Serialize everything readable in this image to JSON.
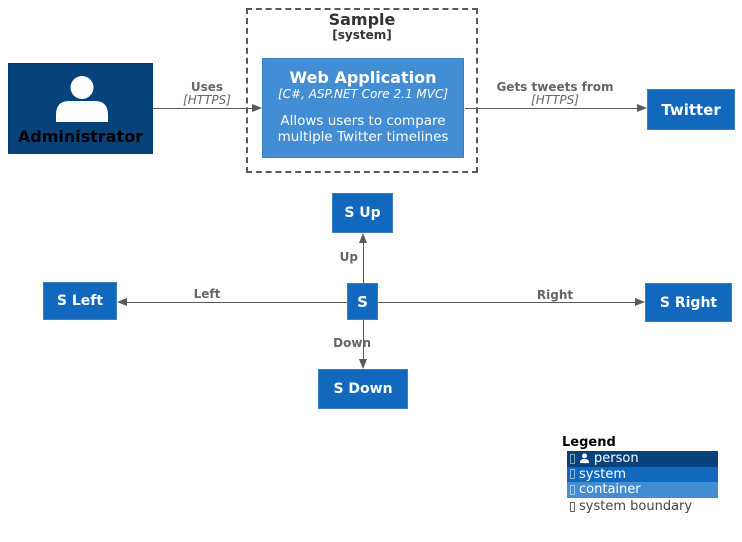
{
  "palette": {
    "person_fill": "#08427b",
    "person_border": "#073b6f",
    "system_fill": "#1168bd",
    "system_border": "#3c7fc0",
    "container_fill": "#438dd5",
    "arrow_color": "#595959",
    "relationship_label_color": "#666666",
    "boundary_text_color": "#333333",
    "background": "#ffffff"
  },
  "c4": {
    "boundary": {
      "title": "Sample",
      "subtitle": "[system]"
    },
    "person": {
      "label": "Administrator"
    },
    "container": {
      "title": "Web Application",
      "tech": "[C#, ASP.NET Core 2.1 MVC]",
      "description": "Allows users to compare multiple Twitter timelines"
    },
    "external_system": {
      "label": "Twitter"
    },
    "rel_uses": {
      "label": "Uses",
      "tech": "[HTTPS]"
    },
    "rel_tweets": {
      "label": "Gets tweets from",
      "tech": "[HTTPS]"
    }
  },
  "compass": {
    "center": {
      "label": "S"
    },
    "up": {
      "label": "S Up"
    },
    "down": {
      "label": "S Down"
    },
    "left": {
      "label": "S Left"
    },
    "right": {
      "label": "S Right"
    },
    "rel_up": "Up",
    "rel_down": "Down",
    "rel_left": "Left",
    "rel_right": "Right"
  },
  "legend": {
    "title": "Legend",
    "items": [
      {
        "label": "person",
        "fill": "#08427b",
        "icon": "person-icon"
      },
      {
        "label": "system",
        "fill": "#1168bd",
        "icon": "missing-glyph-icon"
      },
      {
        "label": "container",
        "fill": "#438dd5",
        "icon": "missing-glyph-icon"
      },
      {
        "label": "system boundary",
        "fill": "#ffffff",
        "icon": "missing-glyph-icon"
      }
    ]
  }
}
